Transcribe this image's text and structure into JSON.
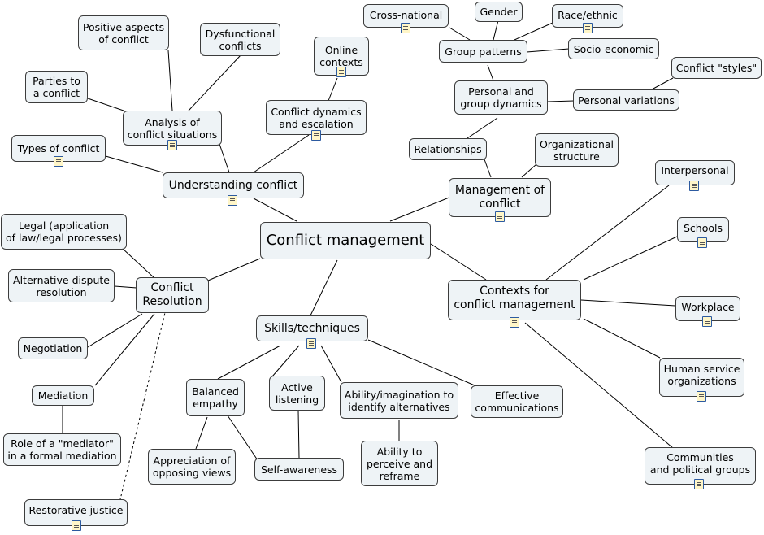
{
  "root": "Conflict management",
  "branches": {
    "understanding": "Understanding conflict",
    "resolution": "Conflict Resolution",
    "skills": "Skills/techniques",
    "contexts": "Contexts for\nconflict management",
    "management": "Management of\nconflict"
  },
  "understanding_children": {
    "types": "Types of conflict",
    "analysis": "Analysis of\nconflict situations",
    "parties": "Parties to\na conflict",
    "positive": "Positive aspects\nof conflict",
    "dysfunctional": "Dysfunctional\nconflicts",
    "dynamics": "Conflict dynamics\nand escalation",
    "online": "Online\ncontexts"
  },
  "management_children": {
    "relationships": "Relationships",
    "organizational": "Organizational\nstructure",
    "personal_group": "Personal and\ngroup dynamics",
    "personal_variations": "Personal variations",
    "styles": "Conflict \"styles\"",
    "group_patterns": "Group patterns",
    "cross_national": "Cross-national",
    "gender": "Gender",
    "race": "Race/ethnic",
    "socio": "Socio-economic"
  },
  "resolution_children": {
    "legal": "Legal (application\nof law/legal processes)",
    "adr": "Alternative dispute\nresolution",
    "negotiation": "Negotiation",
    "mediation": "Mediation",
    "mediator_role": "Role of a \"mediator\"\nin a formal mediation",
    "restorative": "Restorative justice"
  },
  "skills_children": {
    "empathy": "Balanced\nempathy",
    "listening": "Active\nlistening",
    "alternatives": "Ability/imagination to\nidentify alternatives",
    "communications": "Effective\ncommunications",
    "opposing": "Appreciation of\nopposing views",
    "self_awareness": "Self-awareness",
    "reframe": "Ability to\nperceive and\nreframe"
  },
  "contexts_children": {
    "interpersonal": "Interpersonal",
    "schools": "Schools",
    "workplace": "Workplace",
    "human_service": "Human service\norganizations",
    "communities": "Communities\nand political groups"
  },
  "colors": {
    "node_fill": "#eef3f6",
    "node_border": "#3c3c3c",
    "line": "#000000",
    "note_icon_border": "#2c5aa0",
    "note_icon_fill": "#fff6c8"
  },
  "icons": {
    "note": "document-note-icon"
  }
}
